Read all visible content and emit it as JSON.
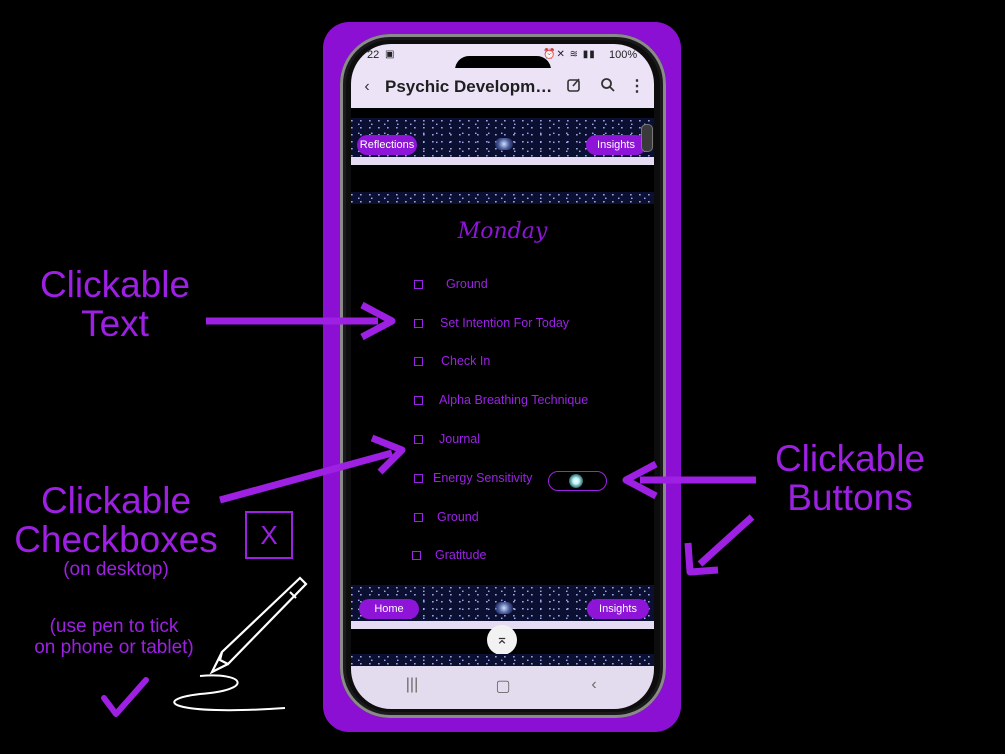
{
  "status": {
    "time": "22",
    "battery": "100%"
  },
  "app": {
    "title": "Psychic Developme..."
  },
  "top_nav": {
    "left": "Reflections",
    "right": "Insights"
  },
  "bottom_nav": {
    "left": "Home",
    "right": "Insights"
  },
  "day_title": "Monday",
  "items": [
    {
      "label": "Ground"
    },
    {
      "label": "Set Intention For Today"
    },
    {
      "label": "Check In"
    },
    {
      "label": "Alpha Breathing Technique"
    },
    {
      "label": "Journal"
    },
    {
      "label": "Energy Sensitivity"
    },
    {
      "label": "Ground"
    },
    {
      "label": "Gratitude"
    }
  ],
  "annotations": {
    "text_title_line1": "Clickable",
    "text_title_line2": "Text",
    "checkbox_title_line1": "Clickable",
    "checkbox_title_line2": "Checkboxes",
    "checkbox_sub": "(on desktop)",
    "checkbox_example": "X",
    "pen_hint_line1": "(use pen to tick",
    "pen_hint_line2": "on phone or tablet)",
    "buttons_title_line1": "Clickable",
    "buttons_title_line2": "Buttons"
  },
  "colors": {
    "accent": "#8e14d8",
    "frame": "#8b10d4"
  },
  "icons": [
    "back-arrow-icon",
    "edit-icon",
    "search-icon",
    "more-vert-icon",
    "scroll-top-icon",
    "recents-icon",
    "home-icon",
    "back-nav-icon",
    "pen-icon",
    "checkmark-icon"
  ]
}
